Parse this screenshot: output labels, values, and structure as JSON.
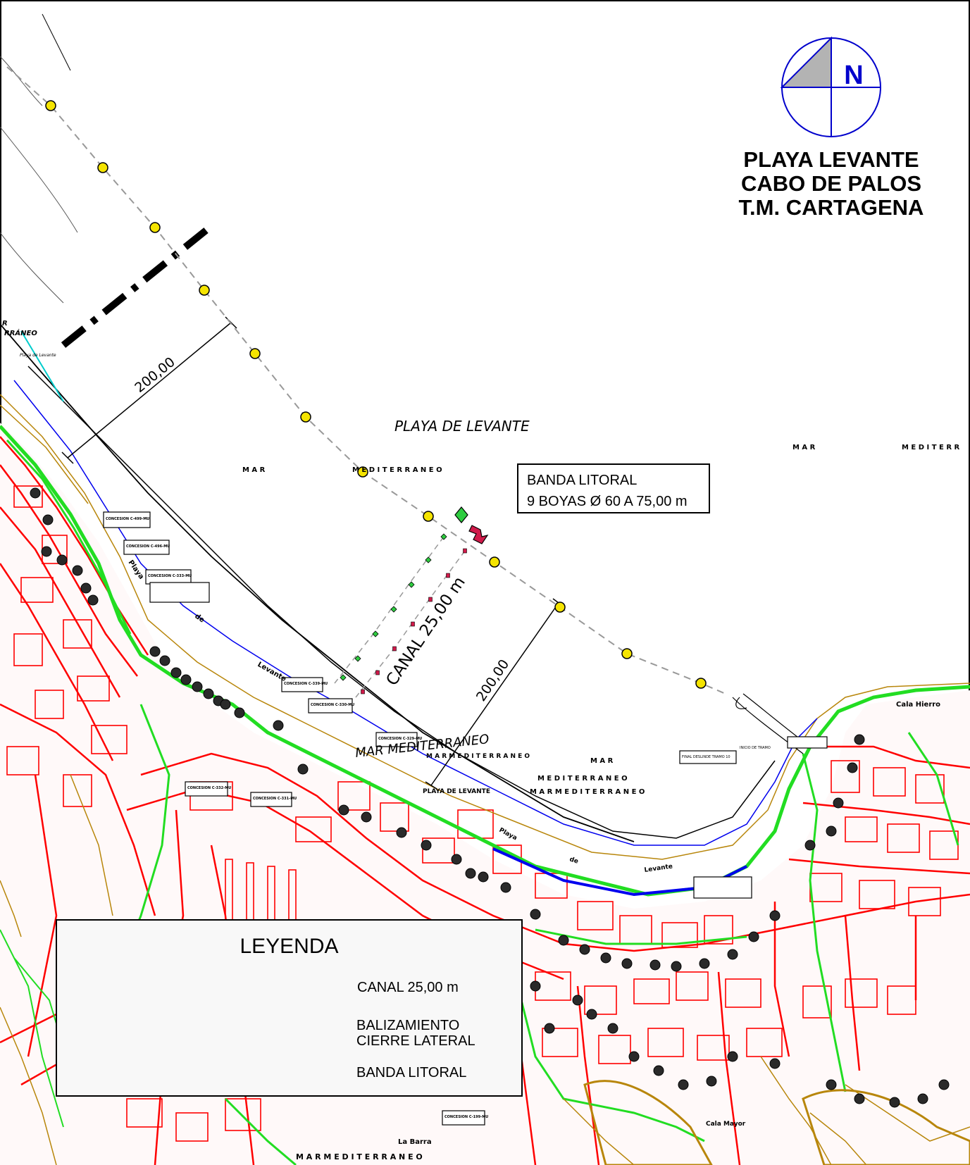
{
  "north_label": "N",
  "title": {
    "line1": "PLAYA LEVANTE",
    "line2": "CABO DE PALOS",
    "line3": "T.M. CARTAGENA"
  },
  "callout": {
    "line1": "BANDA LITORAL",
    "line2": "9 BOYAS Ø 60 A 75,00 m"
  },
  "map_labels": {
    "playa_de_levante": "PLAYA DE LEVANTE",
    "dim_upper": "200,00",
    "dim_lower": "200,00",
    "canal": "CANAL 25,00 m",
    "mar_1": "M A R",
    "mediterraneo_1": "M E D I T E R R A N E O",
    "mar_2": "M A R",
    "mediterri_2": "M E D I T E R R",
    "mar_3": "M A R",
    "mediterraneo_3": "M E D I T E R R A N E O",
    "mar_mediterraneo_4": "M A R   M E D I T E R R A N E O",
    "mar_mediterraneo_5": "M A R   M E D I T E R R A N E O",
    "mar_mediterraneo_italic": "MAR   MEDITERRANEO",
    "playa_levante_small": "PLAYA  DE  LEVANTE",
    "cala_hierro": "Cala  Hierro",
    "left_edge_r": "R",
    "left_edge_rraneo": "RRÁNEO",
    "playa_de_levante_tiny": "Playa de Levante",
    "playa_coast": "Playa",
    "de_coast": "de",
    "levante_coast": "Levante",
    "levante_coast_2": "Levante",
    "playa_coast_2": "Playa",
    "de_coast_2": "de",
    "bottom_barra": "La  Barra",
    "bottom_mediterraneo": "M A R   M E D I T E R R A N E O",
    "cala_mayor": "Cala  Mayor",
    "concesiones": [
      "CONCESION C-499-MU",
      "CONCESION C-496-MU",
      "CONCESION C-333-MU",
      "CONCESION C-339-MU",
      "CONCESION C-330-MU",
      "CONCESION C-329-MU",
      "CONCESION C-332-MU",
      "CONCESION C-331-MU",
      "CONCESION C-199-MU"
    ],
    "final_deslinde": "FINAL  DESLINDE  TRAMO 10",
    "inicio_tramo": "INICIO DE TRAMO"
  },
  "legend": {
    "title": "LEYENDA",
    "canal": "CANAL 25,00 m",
    "balizamiento_1": "BALIZAMIENTO",
    "balizamiento_2": "CIERRE LATERAL",
    "banda": "BANDA LITORAL"
  },
  "colors": {
    "buoy_fill": "#f5e400",
    "green_marker": "#2ecc40",
    "red_marker": "#d01a4a",
    "building_red": "#ff0000",
    "vegetation_green": "#22dd22",
    "contour_brown": "#b8860b",
    "water_blue": "#0000ee",
    "compass_blue": "#0000cc"
  }
}
